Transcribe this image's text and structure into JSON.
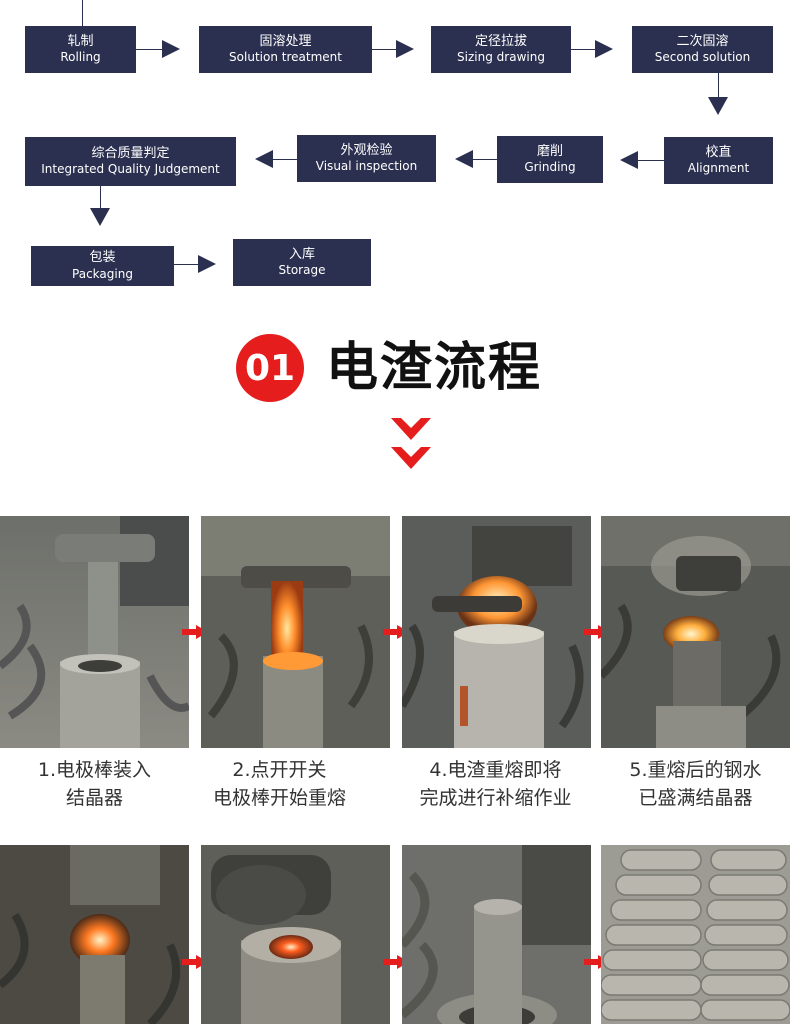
{
  "flow": {
    "rolling": {
      "zh": "轧制",
      "en": "Rolling"
    },
    "solution_treatment": {
      "zh": "固溶处理",
      "en": "Solution treatment"
    },
    "sizing_drawing": {
      "zh": "定径拉拔",
      "en": "Sizing drawing"
    },
    "second_solution": {
      "zh": "二次固溶",
      "en": "Second solution"
    },
    "alignment": {
      "zh": "校直",
      "en": "Alignment"
    },
    "grinding": {
      "zh": "磨削",
      "en": "Grinding"
    },
    "visual_inspection": {
      "zh": "外观检验",
      "en": "Visual inspection"
    },
    "integrated_quality": {
      "zh": "综合质量判定",
      "en": "Integrated Quality Judgement"
    },
    "packaging": {
      "zh": "包装",
      "en": "Packaging"
    },
    "storage": {
      "zh": "入库",
      "en": "Storage"
    }
  },
  "section": {
    "number": "01",
    "title": "电渣流程"
  },
  "steps": [
    {
      "line1": "1.电极棒装入",
      "line2": "结晶器"
    },
    {
      "line1": "2.点开开关",
      "line2": "电极棒开始重熔"
    },
    {
      "line1": "4.电渣重熔即将",
      "line2": "完成进行补缩作业"
    },
    {
      "line1": "5.重熔后的钢水",
      "line2": "已盛满结晶器"
    }
  ],
  "colors": {
    "box": "#2b3050",
    "badge": "#e51d1d",
    "chevron": "#e51d1d",
    "arrow": "#e51d1d"
  }
}
